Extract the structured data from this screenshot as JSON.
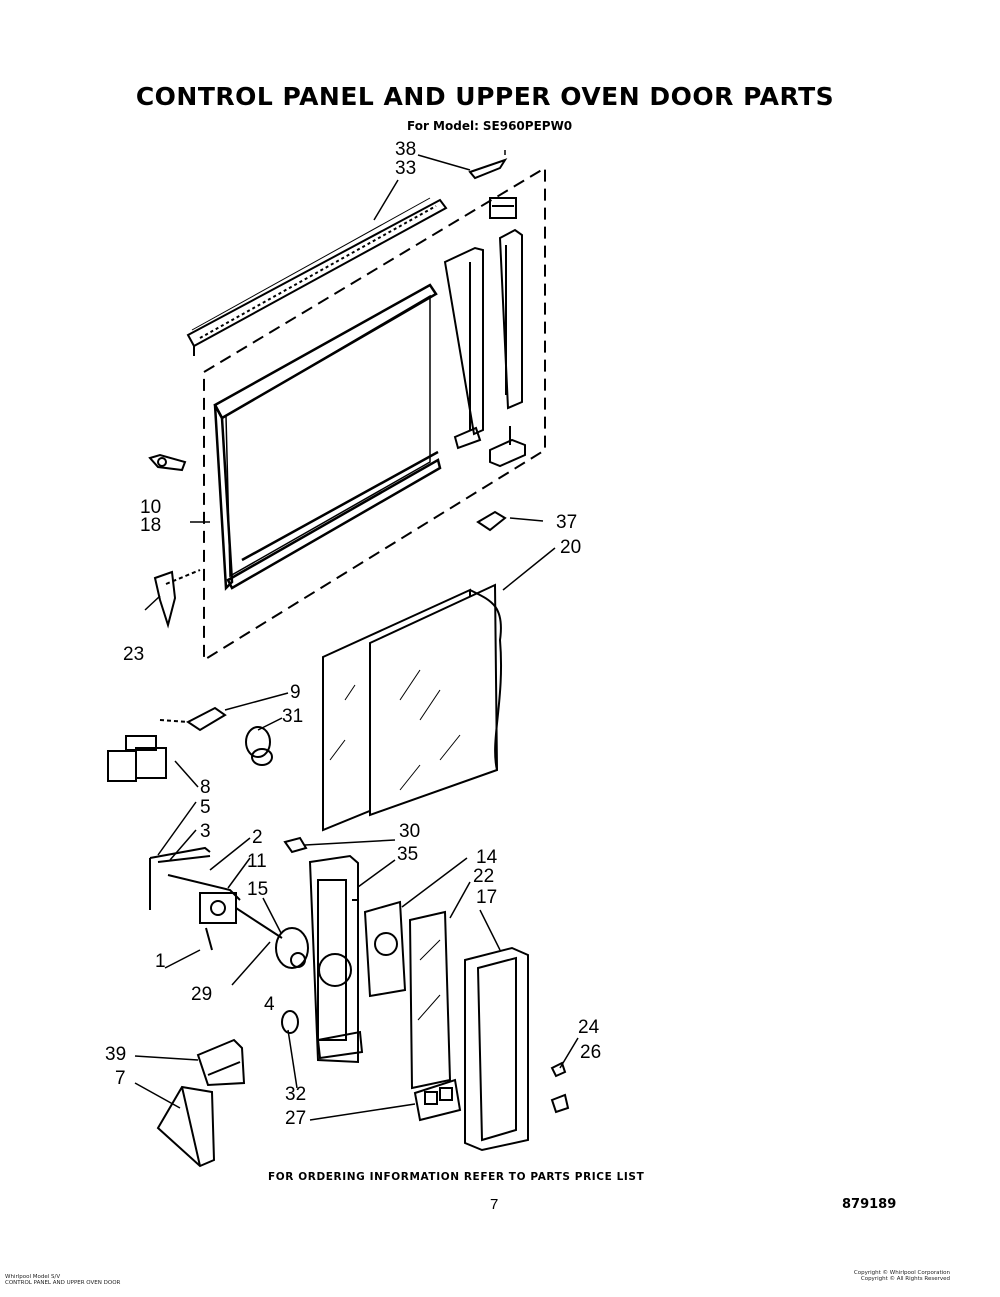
{
  "title": "CONTROL PANEL AND UPPER OVEN DOOR PARTS",
  "model_label": "For Model:",
  "model_number": "SE960PEPW0",
  "callouts": {
    "c38": "38",
    "c33": "33",
    "c10": "10",
    "c18": "18",
    "c23": "23",
    "c37": "37",
    "c20": "20",
    "c9": "9",
    "c31": "31",
    "c8": "8",
    "c5": "5",
    "c3": "3",
    "c2": "2",
    "c11": "11",
    "c15": "15",
    "c1": "1",
    "c29": "29",
    "c4": "4",
    "c30": "30",
    "c35": "35",
    "c14": "14",
    "c22": "22",
    "c17": "17",
    "c24": "24",
    "c26": "26",
    "c39": "39",
    "c7": "7",
    "c32": "32",
    "c27": "27"
  },
  "footer": {
    "ordering_note": "FOR ORDERING INFORMATION REFER TO PARTS PRICE LIST",
    "page_number": "7",
    "diagram_number": "879189",
    "bottom_left_line1": "Whirlpool Model S/V",
    "bottom_left_line2": "CONTROL PANEL AND UPPER OVEN DOOR",
    "bottom_right_line1": "Copyright © Whirlpool Corporation",
    "bottom_right_line2": "Copyright © All Rights Reserved"
  }
}
